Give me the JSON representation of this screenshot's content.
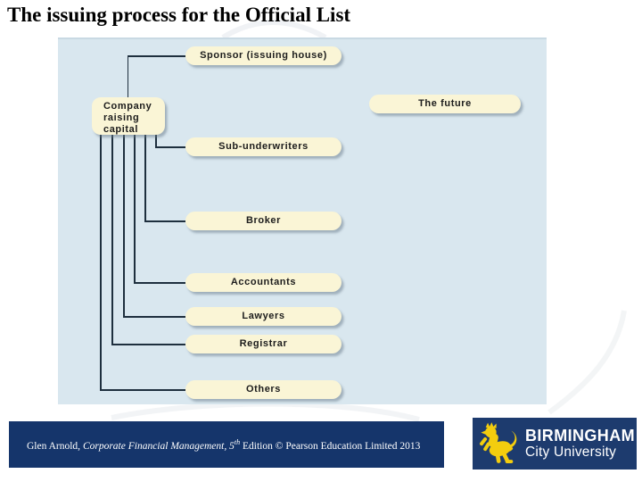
{
  "slide": {
    "title": "The issuing process for the Official List"
  },
  "colors": {
    "navy_bar": "#15356b",
    "navy_logo": "#1d3b6e",
    "panel_bg": "#d9e7ef",
    "node_bg": "#faf5d6",
    "connector": "#1e2f3e",
    "node_text": "#1c1c1c",
    "lion_gold": "#f3cd0e"
  },
  "diagram": {
    "nodes": {
      "company": {
        "label": "Company raising capital"
      },
      "sponsor": {
        "label": "Sponsor (issuing house)"
      },
      "future": {
        "label": "The future"
      },
      "sub_underwriters": {
        "label": "Sub-underwriters"
      },
      "broker": {
        "label": "Broker"
      },
      "accountants": {
        "label": "Accountants"
      },
      "lawyers": {
        "label": "Lawyers"
      },
      "registrar": {
        "label": "Registrar"
      },
      "others": {
        "label": "Others"
      }
    },
    "edges": [
      "company-sponsor",
      "company-sub_underwriters",
      "company-broker",
      "company-accountants",
      "company-lawyers",
      "company-registrar",
      "company-others"
    ]
  },
  "footer": {
    "author": "Glen Arnold, ",
    "book_title_italic": "Corporate Financial Management, ",
    "edition_number": "5",
    "edition_ordinal": "th",
    "rest": " Edition © Pearson Education Limited 2013"
  },
  "logo": {
    "org_line1": "BIRMINGHAM",
    "org_line2": "City University",
    "icon": "lion-rampant-icon"
  }
}
